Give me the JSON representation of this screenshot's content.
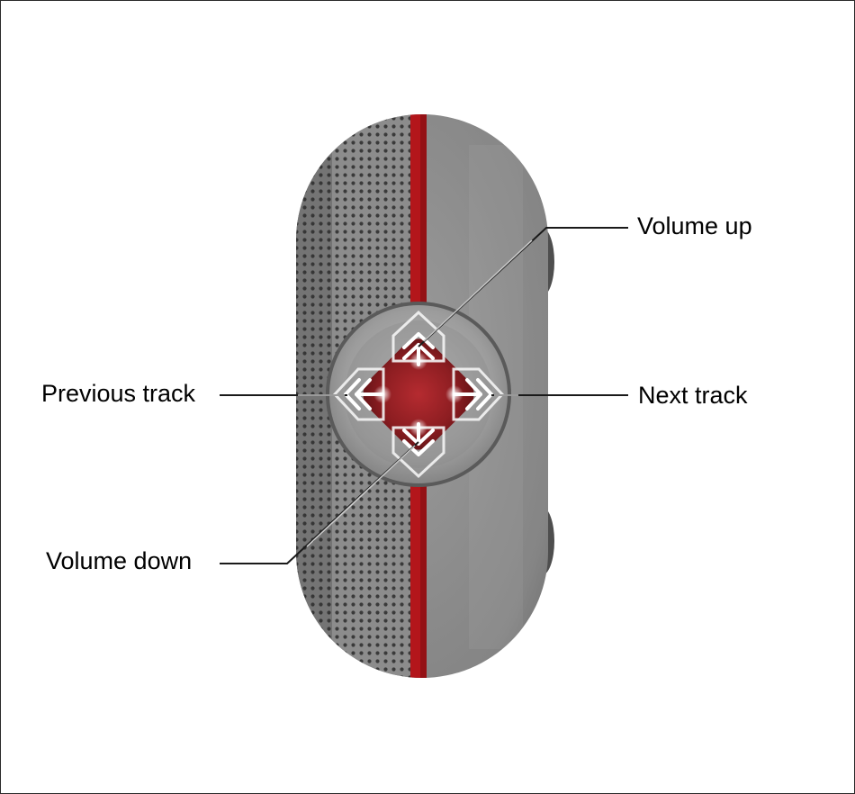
{
  "labels": {
    "volume_up": "Volume up",
    "next_track": "Next track",
    "previous_track": "Previous track",
    "volume_down": "Volume down"
  },
  "colors": {
    "background": "#ffffff",
    "speaker_body": "#8a8a8a",
    "grille": "#6e6e6e",
    "accent_stripe": "#b3161b",
    "control_ring": "#a3a3a3",
    "control_center": "#8e1e22",
    "leader_line": "#1a1a1a"
  },
  "icons": {
    "up": "double-chevron-up-icon",
    "down": "double-chevron-down-icon",
    "left": "double-chevron-left-icon",
    "right": "double-chevron-right-icon"
  }
}
